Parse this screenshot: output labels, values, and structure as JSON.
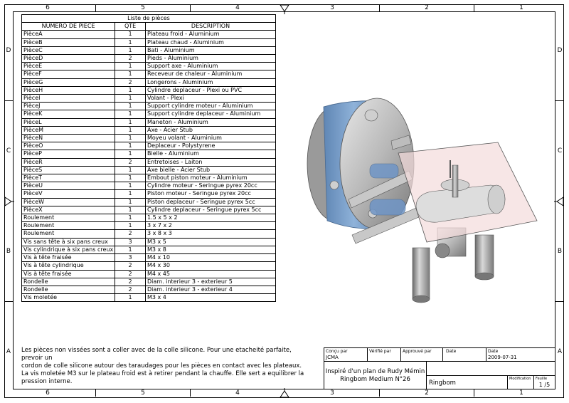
{
  "zones": {
    "columns": [
      "6",
      "5",
      "4",
      "3",
      "2",
      "1"
    ],
    "rows": [
      "D",
      "C",
      "B",
      "A"
    ]
  },
  "parts_list": {
    "caption": "Liste de pièces",
    "headers": {
      "part_number": "NUMERO DE PIECE",
      "qty": "QTE",
      "description": "DESCRIPTION"
    },
    "rows": [
      {
        "part": "PièceA",
        "qty": "1",
        "description": "Plateau froid - Aluminium"
      },
      {
        "part": "PièceB",
        "qty": "1",
        "description": "Plateau chaud - Aluminium"
      },
      {
        "part": "PièceC",
        "qty": "1",
        "description": "Bati - Aluminium"
      },
      {
        "part": "PièceD",
        "qty": "2",
        "description": "Pieds - Aluminium"
      },
      {
        "part": "PièceE",
        "qty": "1",
        "description": "Support axe - Aluminium"
      },
      {
        "part": "PièceF",
        "qty": "1",
        "description": "Receveur de chaleur - Aluminium"
      },
      {
        "part": "PièceG",
        "qty": "2",
        "description": "Longerons - Aluminium"
      },
      {
        "part": "PièceH",
        "qty": "1",
        "description": "Cylindre deplaceur - Plexi ou PVC"
      },
      {
        "part": "PièceI",
        "qty": "1",
        "description": "Volant - Plexi"
      },
      {
        "part": "PièceJ",
        "qty": "1",
        "description": "Support cylindre moteur - Aluminium"
      },
      {
        "part": "PièceK",
        "qty": "1",
        "description": "Support cylindre deplaceur - Aluminium"
      },
      {
        "part": "PièceL",
        "qty": "1",
        "description": "Maneton - Aluminium"
      },
      {
        "part": "PièceM",
        "qty": "1",
        "description": "Axe - Acier Stub"
      },
      {
        "part": "PièceN",
        "qty": "1",
        "description": "Moyeu volant - Aluminium"
      },
      {
        "part": "PièceO",
        "qty": "1",
        "description": "Deplaceur - Polystyrene"
      },
      {
        "part": "PièceP",
        "qty": "1",
        "description": "Bielle - Aluminium"
      },
      {
        "part": "PièceR",
        "qty": "2",
        "description": "Entretoises - Laiton"
      },
      {
        "part": "PièceS",
        "qty": "1",
        "description": "Axe bielle - Acier Stub"
      },
      {
        "part": "PièceT",
        "qty": "1",
        "description": "Embout piston moteur - Aluminium"
      },
      {
        "part": "PièceU",
        "qty": "1",
        "description": "Cylindre moteur - Seringue pyrex 20cc"
      },
      {
        "part": "PièceV",
        "qty": "1",
        "description": "Piston moteur - Seringue pyrex 20cc"
      },
      {
        "part": "PièceW",
        "qty": "1",
        "description": "Piston deplaceur - Seringue pyrex 5cc"
      },
      {
        "part": "PièceX",
        "qty": "1",
        "description": "Cylindre deplaceur - Seringue pyrex 5cc"
      },
      {
        "part": "Roulement",
        "qty": "1",
        "description": "1.5 x 5 x 2"
      },
      {
        "part": "Roulement",
        "qty": "1",
        "description": "3 x 7 x 2"
      },
      {
        "part": "Roulement",
        "qty": "2",
        "description": "3 x 8 x 3"
      },
      {
        "part": "Vis sans tête à six pans creux",
        "qty": "3",
        "description": "M3 x 5"
      },
      {
        "part": "Vis cylindrique à six pans creux",
        "qty": "1",
        "description": "M3 x 8"
      },
      {
        "part": "Vis à tête fraisée",
        "qty": "3",
        "description": "M4 x 10"
      },
      {
        "part": "Vis à tête cylindrique",
        "qty": "2",
        "description": "M4 x 30"
      },
      {
        "part": "Vis à tête fraisée",
        "qty": "2",
        "description": "M4 x 45"
      },
      {
        "part": "Rondelle",
        "qty": "2",
        "description": "Diam. interieur 3 - exterieur 5"
      },
      {
        "part": "Rondelle",
        "qty": "2",
        "description": "Diam. interieur 3 - exterieur 4"
      },
      {
        "part": "Vis moletée",
        "qty": "1",
        "description": "M3 x 4"
      }
    ]
  },
  "notes": {
    "line1": "Les pièces non vissées sont a coller avec de la colle silicone. Pour une etacheité parfaite, prevoir un",
    "line2": "cordon de colle silicone autour des taraudages pour les pièces en contact avec les plateaux.",
    "line3": "La vis moletée M3 sur le plateau froid est à retirer pendant la chauffe. Elle sert a equilibrer la",
    "line4": "pression interne."
  },
  "title_block": {
    "designed_by_label": "Conçu par",
    "designed_by_value": "JCMA",
    "checked_by_label": "Vérifié par",
    "approved_by_label": "Approuvé par",
    "date_label_1": "Date",
    "date_label_2": "Date",
    "date_value": "2009-07-31",
    "title_line1": "Inspiré d'un plan de Rudy Mémin",
    "title_line2": "Ringbom Medium N°26",
    "name": "Ringbom",
    "edition_label": "Modification",
    "sheet_label": "Feuille",
    "sheet_value": "1 /5"
  }
}
